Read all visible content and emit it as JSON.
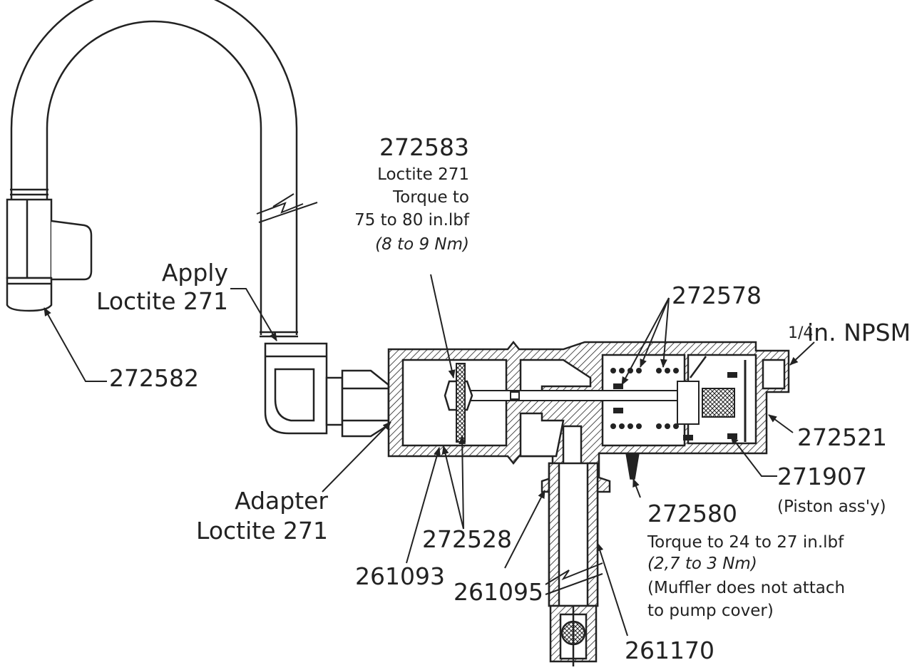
{
  "labels": {
    "p272583": "272583",
    "p272583_note1": "Loctite 271",
    "p272583_note2": "Torque to",
    "p272583_note3": "75 to 80 in.lbf",
    "p272583_note4": "(8 to 9 Nm)",
    "apply": "Apply",
    "apply_loctite": "Loctite 271",
    "p272582": "272582",
    "p272578": "272578",
    "npsm_fraction": "1/4",
    "npsm_text": "in. NPSM",
    "p272521": "272521",
    "p271907": "271907",
    "piston": "(Piston ass'y)",
    "adapter": "Adapter",
    "adapter_loctite": "Loctite 271",
    "p272528": "272528",
    "p261093": "261093",
    "p261095": "261095",
    "p272580": "272580",
    "p272580_note1": "Torque to 24 to 27 in.lbf",
    "p272580_note2": "(2,7 to 3 Nm)",
    "p272580_note3": "(Muffler does not attach",
    "p272580_note4": "to pump cover)",
    "p261170": "261170"
  },
  "colors": {
    "line": "#222222",
    "background": "#ffffff"
  }
}
